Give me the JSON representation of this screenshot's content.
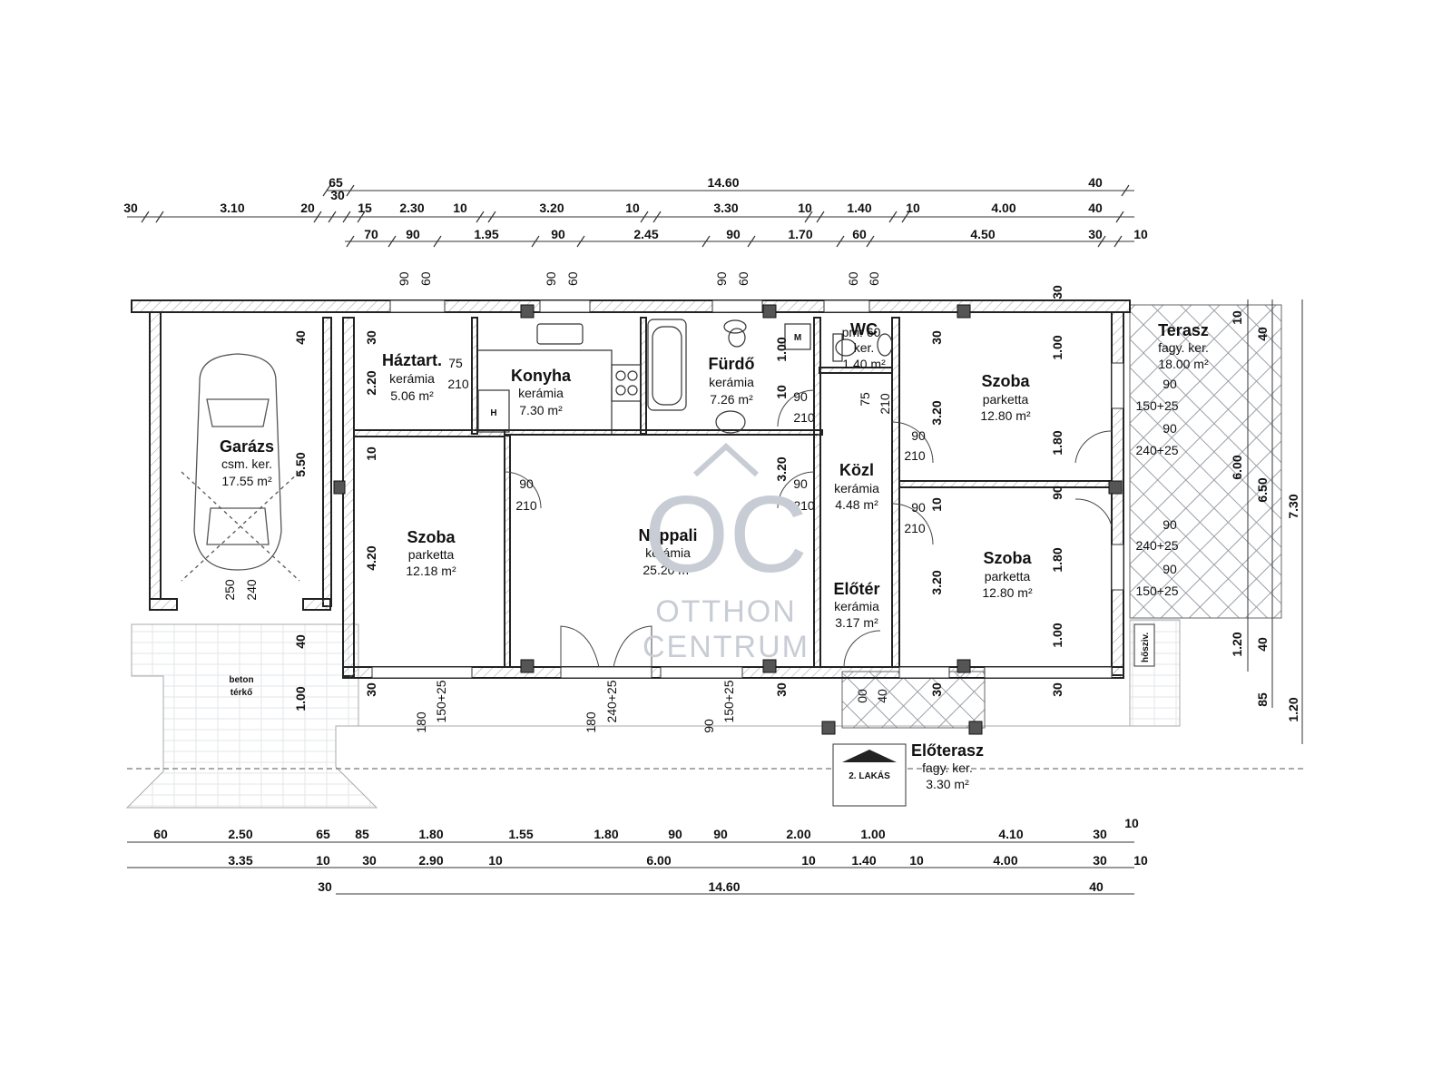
{
  "dimensions_top": {
    "row1": [
      "65",
      "14.60",
      "40"
    ],
    "row2": [
      "30",
      "3.10",
      "20",
      "30",
      "15",
      "2.30",
      "10",
      "3.20",
      "10",
      "3.30",
      "10",
      "1.40",
      "10",
      "4.00",
      "40"
    ],
    "row3": [
      "70",
      "90",
      "1.95",
      "90",
      "2.45",
      "90",
      "1.70",
      "60",
      "4.50",
      "30",
      "10"
    ],
    "windows": [
      "90",
      "60",
      "90",
      "60",
      "90",
      "60",
      "60",
      "60"
    ]
  },
  "dimensions_bottom": {
    "row1": [
      "60",
      "2.50",
      "65",
      "85",
      "1.80",
      "1.55",
      "1.80",
      "90",
      "90",
      "2.00",
      "1.00",
      "4.10",
      "30",
      "10"
    ],
    "row2": [
      "3.35",
      "10",
      "30",
      "2.90",
      "10",
      "6.00",
      "10",
      "1.40",
      "10",
      "4.00",
      "30",
      "10"
    ],
    "row3": [
      "30",
      "14.60",
      "40"
    ]
  },
  "dimensions_right": [
    "10",
    "40",
    "6.00",
    "6.50",
    "7.30",
    "1.20",
    "40",
    "85",
    "1.20"
  ],
  "rooms": {
    "garage": {
      "name": "Garázs",
      "floor": "csm. ker.",
      "area": "17.55 m²"
    },
    "utility": {
      "name": "Háztart.",
      "floor": "kerámia",
      "area": "5.06 m²"
    },
    "kitchen": {
      "name": "Konyha",
      "floor": "kerámia",
      "area": "7.30 m²"
    },
    "bath": {
      "name": "Fürdő",
      "floor": "kerámia",
      "area": "7.26 m²"
    },
    "wc": {
      "name": "WC",
      "floor": "ker.",
      "area": "1.40 m²",
      "note": "pm: 60"
    },
    "bedroom_ne": {
      "name": "Szoba",
      "floor": "parketta",
      "area": "12.80 m²"
    },
    "terrace": {
      "name": "Terasz",
      "floor": "fagy. ker.",
      "area": "18.00 m²"
    },
    "bedroom_w": {
      "name": "Szoba",
      "floor": "parketta",
      "area": "12.18 m²"
    },
    "living": {
      "name": "Nappali",
      "floor": "kerámia",
      "area": "25.20 m²"
    },
    "corridor": {
      "name": "Közl",
      "floor": "kerámia",
      "area": "4.48 m²"
    },
    "hall": {
      "name": "Előtér",
      "floor": "kerámia",
      "area": "3.17 m²"
    },
    "bedroom_se": {
      "name": "Szoba",
      "floor": "parketta",
      "area": "12.80 m²"
    },
    "porch": {
      "name": "Előterasz",
      "floor": "fagy. ker.",
      "area": "3.30 m²"
    }
  },
  "labels": {
    "paving_1": "beton",
    "paving_2": "térkő",
    "entrance": "2. LAKÁS",
    "heater": "hősziv.",
    "meter": "M",
    "hob": "H"
  },
  "openings": {
    "door_utility": [
      "75",
      "210"
    ],
    "door_bath": [
      "90",
      "210"
    ],
    "door_wc": [
      "75",
      "210"
    ],
    "door_bed_ne": [
      "90",
      "210"
    ],
    "door_bed_se": [
      "90",
      "210"
    ],
    "door_bed_w": [
      "90",
      "210"
    ],
    "door_corridor": [
      "90",
      "210"
    ],
    "win_terrace_1": [
      "90",
      "150+25"
    ],
    "win_terrace_2": [
      "90",
      "240+25"
    ],
    "win_terrace_3": [
      "90",
      "240+25"
    ],
    "win_terrace_4": [
      "90",
      "150+25"
    ],
    "garage_door": [
      "250",
      "240"
    ],
    "front_win_1": [
      "180",
      "150+25"
    ],
    "front_win_2": [
      "180",
      "240+25"
    ],
    "front_win_3": [
      "90",
      "150+25"
    ],
    "entry_door": [
      "00",
      "40"
    ]
  },
  "interior_dims": {
    "garage_side": [
      "40",
      "5.50",
      "40",
      "1.00"
    ],
    "utility_side": [
      "30",
      "2.20",
      "10"
    ],
    "bed_w_side": [
      "4.20",
      "30"
    ],
    "bath_side": [
      "1.00",
      "10",
      "3.20",
      "30"
    ],
    "bed_ne_side": [
      "30",
      "3.20",
      "1.00",
      "1.80",
      "90"
    ],
    "bed_se_side": [
      "10",
      "3.20",
      "30",
      "1.80",
      "1.00",
      "30"
    ],
    "top_wall": [
      "30"
    ]
  },
  "watermark": {
    "logo": "OC",
    "line1": "OTTHON",
    "line2": "CENTRUM"
  }
}
